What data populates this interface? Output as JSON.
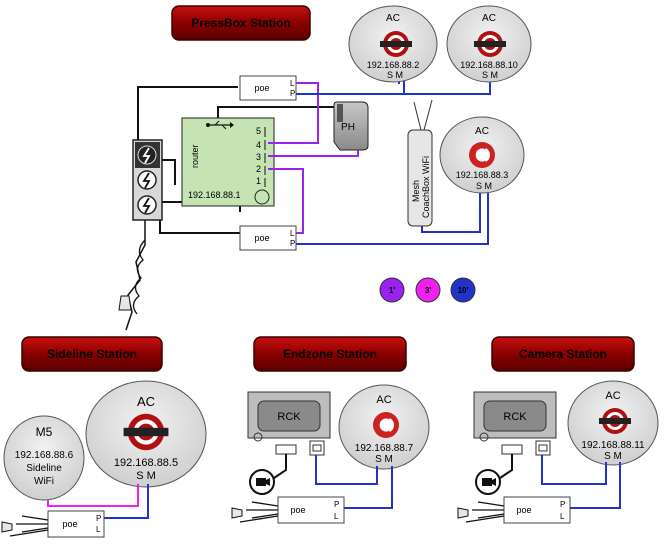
{
  "stations": {
    "pressbox": "PressBox Station",
    "sideline": "Sideline Station",
    "endzone": "Endzone Station",
    "camera": "Camera Station"
  },
  "devices": {
    "ac_top1": {
      "name": "AC",
      "ip": "192.168.88.2",
      "ports": "S M"
    },
    "ac_top2": {
      "name": "AC",
      "ip": "192.168.88.10",
      "ports": "S M"
    },
    "ac_right": {
      "name": "AC",
      "ip": "192.168.88.3",
      "ports": "S M"
    },
    "ac_sideline": {
      "name": "AC",
      "ip": "192.168.88.5",
      "ports": "S M"
    },
    "ac_endzone": {
      "name": "AC",
      "ip": "192.168.88.7",
      "ports": "S M"
    },
    "ac_camera": {
      "name": "AC",
      "ip": "192.168.88.11",
      "ports": "S M"
    },
    "m5": {
      "name": "M5",
      "ip": "192.168.88.6",
      "line1": "Sideline",
      "line2": "WiFi"
    },
    "router": {
      "label": "router",
      "ip": "192.168.88.1",
      "ports": [
        "5",
        "4",
        "3",
        "2",
        "1"
      ]
    },
    "ph": "PH",
    "mesh": {
      "line1": "Mesh",
      "line2": "CoachBox WiFi"
    },
    "rck": "RCK",
    "poe": {
      "label": "poe",
      "port_l": "L",
      "port_p": "P"
    }
  },
  "legend": [
    {
      "label": "1'",
      "color": "#9922ee"
    },
    {
      "label": "3'",
      "color": "#ee22ee"
    },
    {
      "label": "10'",
      "color": "#2233cc"
    }
  ],
  "colors": {
    "banner": "#a00000",
    "purple_cable": "#9922ee",
    "magenta_cable": "#ee22ee",
    "blue_cable": "#2233cc",
    "router_fill": "#c6e3b4"
  }
}
